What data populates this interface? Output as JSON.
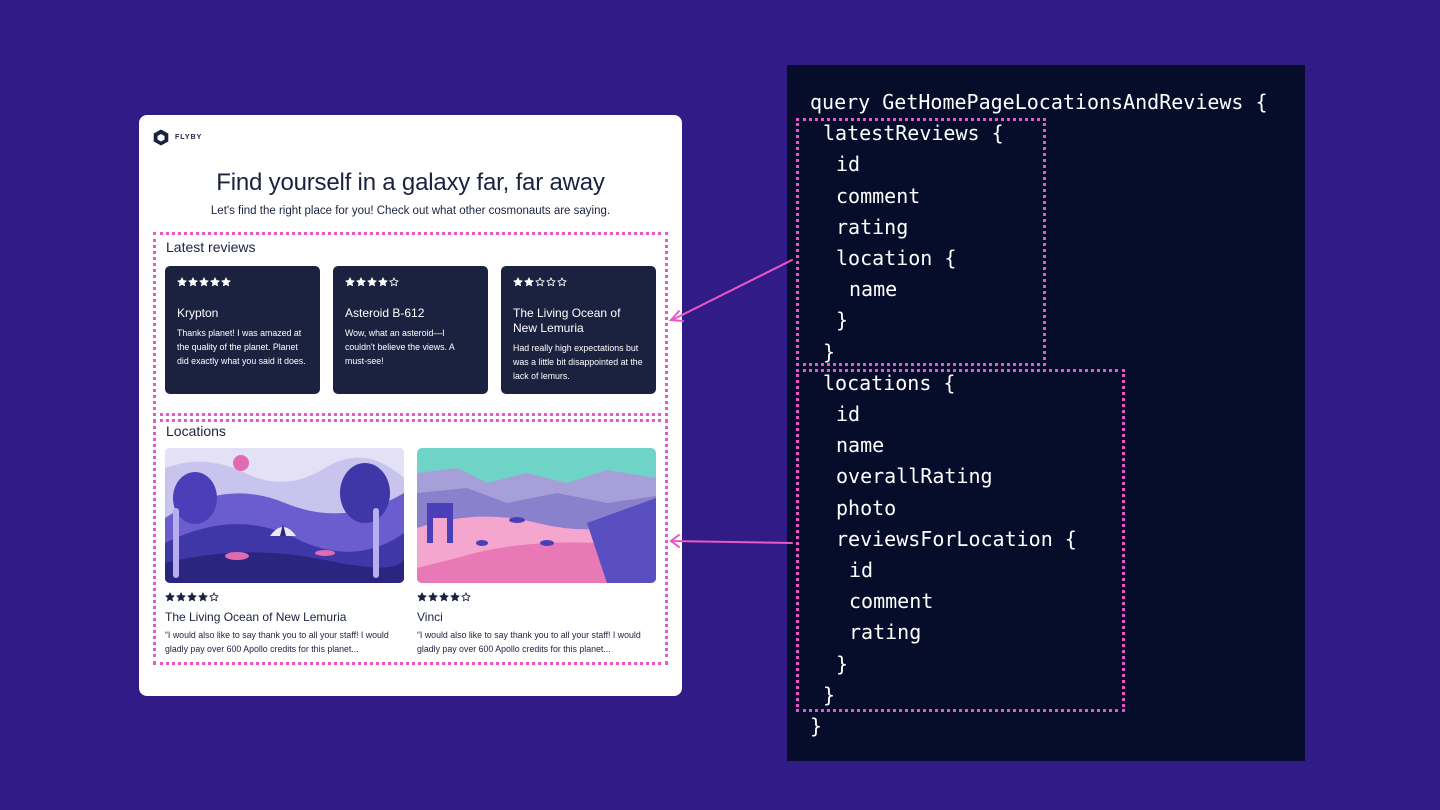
{
  "app": {
    "brand": "FLYBY",
    "title": "Find yourself in a galaxy far, far away",
    "subtitle": "Let's find the right place for you! Check out what other cosmonauts are saying.",
    "latest_reviews_label": "Latest reviews",
    "locations_label": "Locations",
    "reviews": [
      {
        "rating": 5,
        "name": "Krypton",
        "comment": "Thanks planet! I was amazed at the quality of the planet. Planet did exactly what you said it does."
      },
      {
        "rating": 4,
        "name": "Asteroid B-612",
        "comment": "Wow, what an asteroid—I couldn't believe the views. A must-see!"
      },
      {
        "rating": 2,
        "name": "The Living Ocean of New Lemuria",
        "comment": "Had really high expectations but was a little bit disappointed at the lack of lemurs."
      }
    ],
    "locations": [
      {
        "rating": 4,
        "name": "The Living Ocean of New Lemuria",
        "comment": "“I would also like to say thank you to all your staff! I would gladly pay over 600 Apollo credits for this planet..."
      },
      {
        "rating": 4,
        "name": "Vinci",
        "comment": "“I would also like to say thank you to all your staff! I would gladly pay over 600 Apollo credits for this planet..."
      }
    ]
  },
  "code": {
    "lines": [
      {
        "text": "query GetHomePageLocationsAndReviews {",
        "indent": 0
      },
      {
        "text": "latestReviews {",
        "indent": 1
      },
      {
        "text": "id",
        "indent": 2
      },
      {
        "text": "comment",
        "indent": 2
      },
      {
        "text": "rating",
        "indent": 2
      },
      {
        "text": "location {",
        "indent": 2
      },
      {
        "text": "name",
        "indent": 3
      },
      {
        "text": "}",
        "indent": 2
      },
      {
        "text": "}",
        "indent": 1
      },
      {
        "text": "locations {",
        "indent": 1
      },
      {
        "text": "id",
        "indent": 2
      },
      {
        "text": "name",
        "indent": 2
      },
      {
        "text": "overallRating",
        "indent": 2
      },
      {
        "text": "photo",
        "indent": 2
      },
      {
        "text": "reviewsForLocation {",
        "indent": 2
      },
      {
        "text": "id",
        "indent": 3
      },
      {
        "text": "comment",
        "indent": 3
      },
      {
        "text": "rating",
        "indent": 3
      },
      {
        "text": "}",
        "indent": 2
      },
      {
        "text": "}",
        "indent": 1
      },
      {
        "text": "}",
        "indent": 0
      }
    ]
  },
  "colors": {
    "background": "#311c87",
    "card": "#1b2240",
    "code_bg": "#050d2b",
    "highlight": "#e956c8"
  }
}
